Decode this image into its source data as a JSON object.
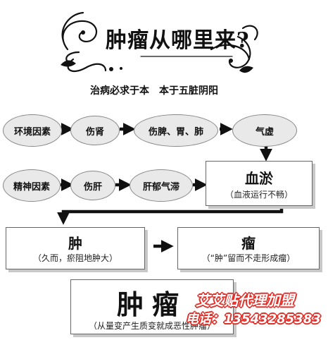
{
  "title": "肿瘤从哪里来?",
  "subtitle": "治病必求于本　本于五脏阴阳",
  "row1": [
    "环境因素",
    "伤肾",
    "伤脾、胃、肺",
    "气虚"
  ],
  "row2": [
    "精神因素",
    "伤肝",
    "肝郁气滞"
  ],
  "boxes": {
    "xueyu": {
      "main": "血淤",
      "sub": "（血液运行不畅）"
    },
    "zhong": {
      "main": "肿",
      "sub": "（久而，瘀阻地肿大）"
    },
    "liu": {
      "main": "瘤",
      "sub": "（“肿”留而不走形成瘤）"
    },
    "zhongliu": {
      "main": "肿瘤",
      "sub": "（从量变产生质变就成恶性肿瘤）"
    }
  },
  "watermark": {
    "line1": "艾艾贴代理加盟",
    "line2": "电话：13543285383",
    "color": "#e0302a"
  }
}
